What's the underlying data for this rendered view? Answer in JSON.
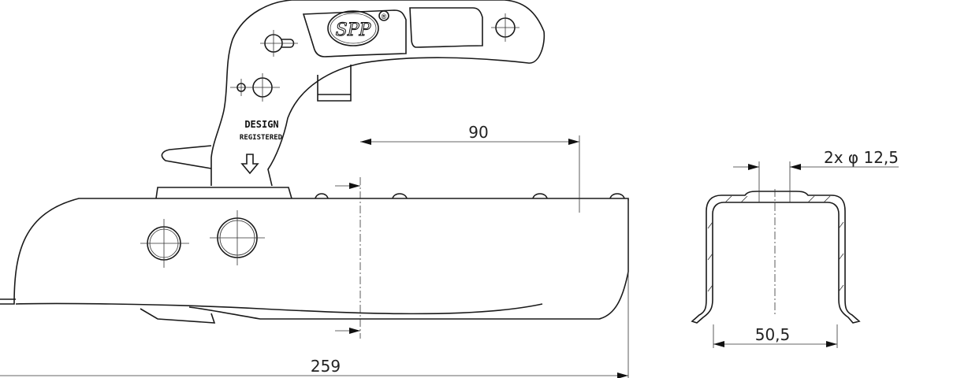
{
  "drawing": {
    "logo_text": "SPP",
    "registered_mark": "®",
    "label_design": "DESIGN",
    "label_registered": "REGISTERED",
    "dimensions": {
      "offset": "90",
      "total_length": "259",
      "profile_width": "50,5",
      "holes": "2x φ 12,5"
    }
  }
}
